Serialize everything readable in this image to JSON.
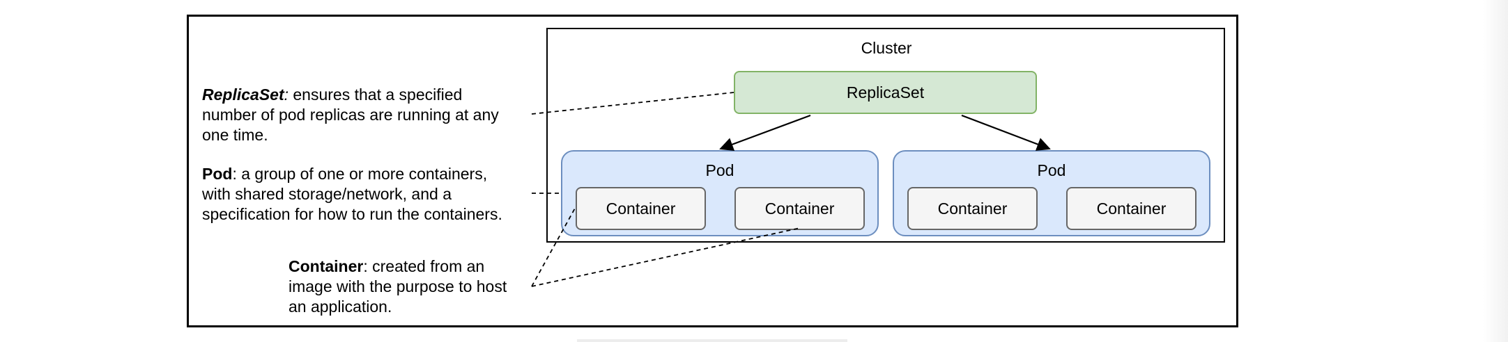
{
  "diagram": {
    "cluster_label": "Cluster",
    "replicaset_label": "ReplicaSet",
    "pods": [
      {
        "label": "Pod",
        "containers": [
          "Container",
          "Container"
        ]
      },
      {
        "label": "Pod",
        "containers": [
          "Container",
          "Container"
        ]
      }
    ]
  },
  "notes": {
    "replicaset": {
      "term": "ReplicaSet",
      "colon": ":",
      "line1_rest": " ensures that a specified",
      "line2": "number of pod replicas are running at any",
      "line3": "one time."
    },
    "pod": {
      "term": "Pod",
      "line1_rest": ": a group of one or more containers,",
      "line2": "with shared storage/network, and a",
      "line3": "specification for how to run the containers."
    },
    "container": {
      "term": "Container",
      "line1_rest": ": created from an",
      "line2": "image with the purpose to host",
      "line3": "an application."
    }
  },
  "colors": {
    "replicaset_fill": "#d5e8d4",
    "replicaset_stroke": "#82b366",
    "pod_fill": "#dae8fc",
    "pod_stroke": "#6c8ebf",
    "container_fill": "#f5f5f5",
    "container_stroke": "#666666"
  }
}
